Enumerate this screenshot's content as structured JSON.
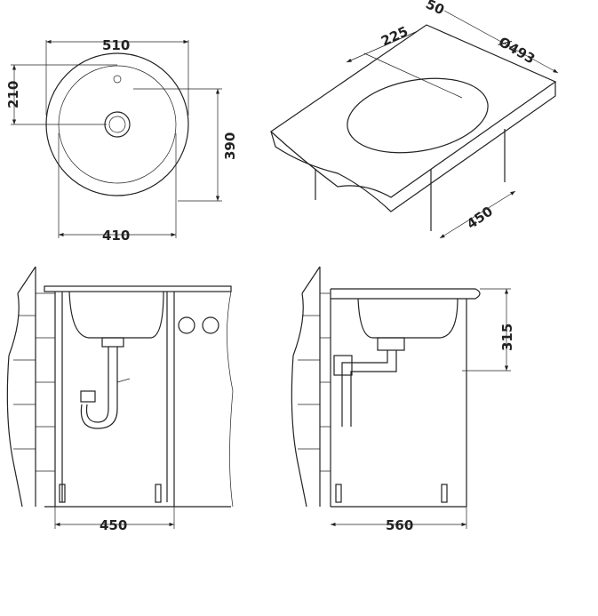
{
  "top_view": {
    "width_outer": "510",
    "offset": "210",
    "height": "390",
    "width_inner": "410"
  },
  "iso_view": {
    "rim": "50",
    "center": "225",
    "diameter": "Ø493",
    "depth": "450"
  },
  "front_view": {
    "cabinet_width": "450"
  },
  "side_view": {
    "height": "315",
    "cabinet_width": "560"
  }
}
